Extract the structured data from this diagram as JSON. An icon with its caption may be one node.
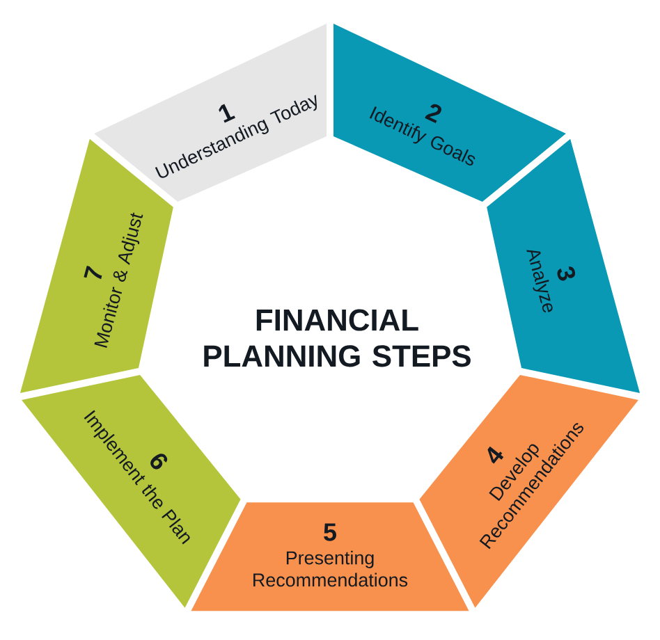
{
  "diagram": {
    "title": "FINANCIAL PLANNING STEPS",
    "nodes": [
      {
        "text": [
          "1",
          "Understanding Today"
        ]
      },
      {
        "text": [
          "2",
          "Identify Goals"
        ]
      },
      {
        "text": [
          "3",
          "Analyze"
        ]
      },
      {
        "text": [
          "4",
          "Develop Recommendations"
        ]
      },
      {
        "text": [
          "5",
          "Presenting Recommendations"
        ]
      },
      {
        "text": [
          "6",
          "Implement the Plan"
        ]
      },
      {
        "text": [
          "7",
          "Monitor & Adjust"
        ]
      }
    ]
  }
}
